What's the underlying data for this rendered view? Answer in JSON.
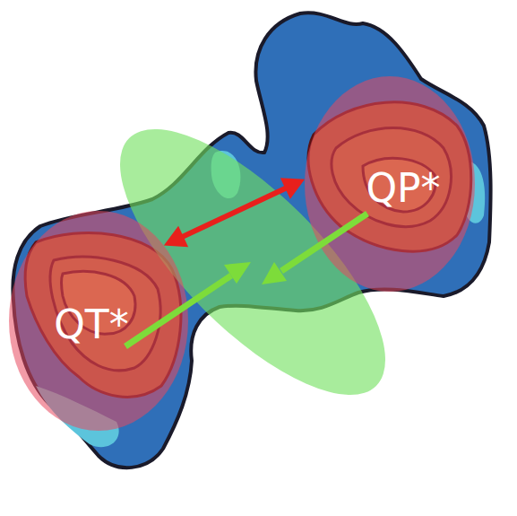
{
  "diagram": {
    "nodes": [
      {
        "text": [
          "QP*"
        ]
      },
      {
        "text": [
          "QT*"
        ]
      }
    ],
    "edges": [
      {
        "from": 0,
        "to": 1,
        "arrow": "both"
      }
    ]
  }
}
